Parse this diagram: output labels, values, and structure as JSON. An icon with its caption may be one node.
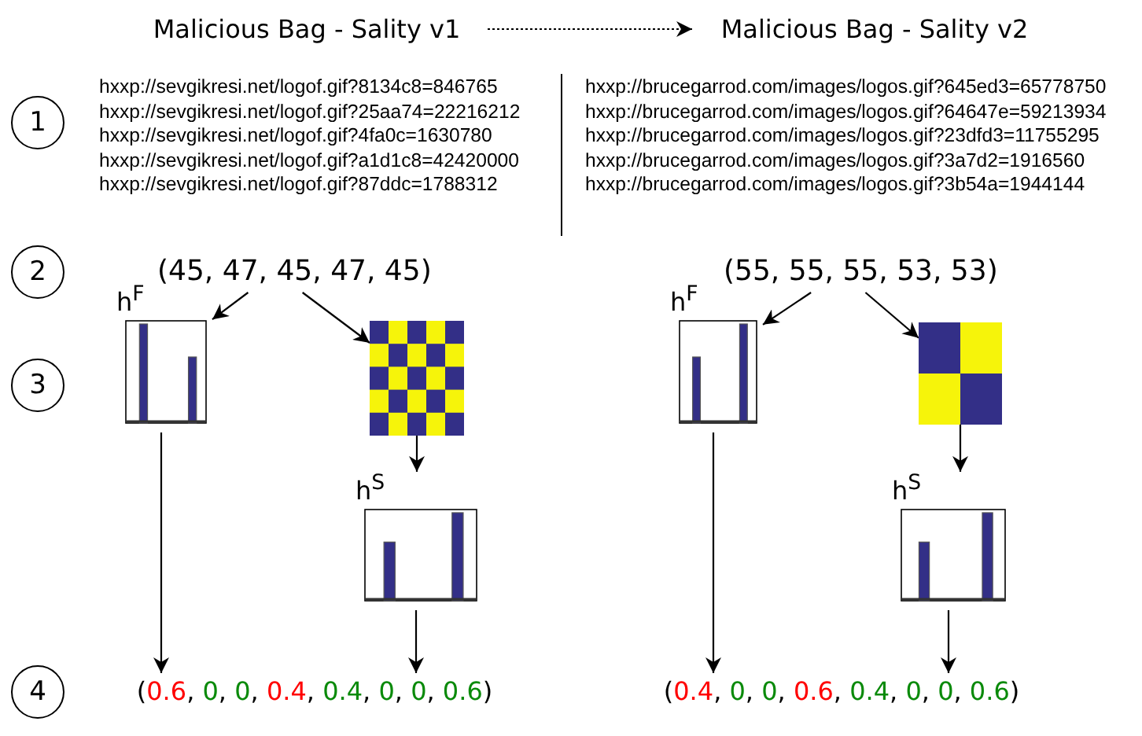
{
  "diagram": {
    "nodes": [
      {
        "text": [
          "Malicious Bag - Sality v1"
        ]
      },
      {
        "text": [
          "Malicious Bag - Sality v2"
        ]
      },
      {
        "text": [
          "1"
        ]
      },
      {
        "text": [
          "2"
        ]
      },
      {
        "text": [
          "3"
        ]
      },
      {
        "text": [
          "4"
        ]
      },
      {
        "text": [
          "(45, 47, 45, 47, 45)"
        ]
      },
      {
        "text": [
          "h$^{F}$"
        ]
      },
      {
        "text": [],
        "shape": "picture"
      },
      {
        "text": [
          "h$^{S}$"
        ]
      },
      {
        "text": [
          "(0.6, 0, 0, 0.4, 0.4, 0, 0, 0.6)"
        ]
      },
      {
        "text": [
          "(55, 55, 55, 53, 53)"
        ]
      },
      {
        "text": [
          "h$^{F}$"
        ]
      },
      {
        "text": [],
        "shape": "picture"
      },
      {
        "text": [
          "h$^{S}$"
        ]
      },
      {
        "text": [
          "(0.4, 0, 0, 0.6, 0.4, 0, 0, 0.6)"
        ]
      }
    ],
    "edges": [
      {
        "from": 0,
        "to": 1,
        "arrow": "to",
        "style": "dashed"
      },
      {
        "from": 6,
        "to": 7,
        "arrow": "to"
      },
      {
        "from": 6,
        "to": 8,
        "arrow": "to"
      },
      {
        "from": 8,
        "to": 9,
        "arrow": "to"
      },
      {
        "from": 7,
        "to": 10,
        "arrow": "to"
      },
      {
        "from": 9,
        "to": 10,
        "arrow": "to"
      },
      {
        "from": 11,
        "to": 12,
        "arrow": "to"
      },
      {
        "from": 11,
        "to": 13,
        "arrow": "to"
      },
      {
        "from": 13,
        "to": 14,
        "arrow": "to"
      },
      {
        "from": 12,
        "to": 15,
        "arrow": "to"
      },
      {
        "from": 14,
        "to": 15,
        "arrow": "to"
      }
    ],
    "labels": [
      "hxxp://sevgikresi.net/logof.gif?8134c8=846765",
      "hxxp://sevgikresi.net/logof.gif?25aa74=22216212",
      "hxxp://sevgikresi.net/logof.gif?4fa0c=1630780",
      "hxxp://sevgikresi.net/logof.gif?a1d1c8=42420000",
      "hxxp://sevgikresi.net/logof.gif?87ddc=1788312",
      "hxxp://brucegarrod.com/images/logos.gif?645ed3=65778750",
      "hxxp://brucegarrod.com/images/logos.gif?64647e=59213934",
      "hxxp://brucegarrod.com/images/logos.gif?23dfd3=11755295",
      "hxxp://brucegarrod.com/images/logos.gif?3a7d2=1916560",
      "hxxp://brucegarrod.com/images/logos.gif?3b54a=1944144"
    ]
  }
}
